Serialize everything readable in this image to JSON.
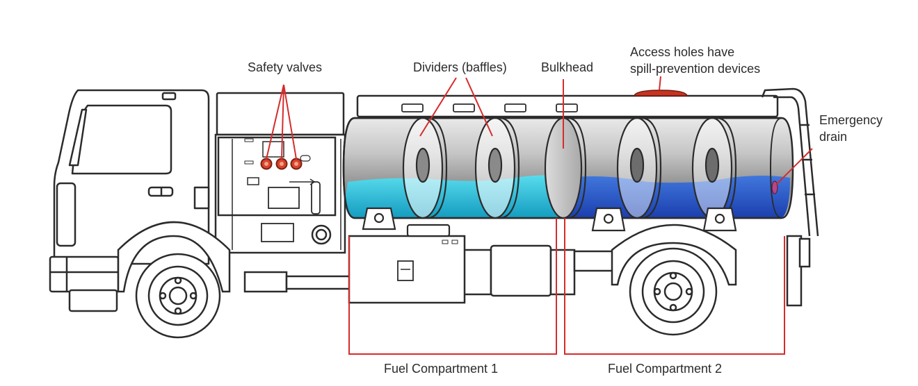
{
  "labels": {
    "safety_valves": "Safety valves",
    "dividers": "Dividers (baffles)",
    "bulkhead": "Bulkhead",
    "access_holes_line1": "Access holes have",
    "access_holes_line2": "spill-prevention devices",
    "emergency_drain_line1": "Emergency",
    "emergency_drain_line2": "drain",
    "compartment_1": "Fuel Compartment 1",
    "compartment_2": "Fuel Compartment 2"
  },
  "colors": {
    "callout_line": "#d62b2b",
    "outline": "#2b2b2b",
    "fuel_compartment_1": "#29c3d8",
    "fuel_compartment_2": "#2456c9",
    "tank_metal": "#9c9c9c",
    "valve": "#d8432b"
  }
}
